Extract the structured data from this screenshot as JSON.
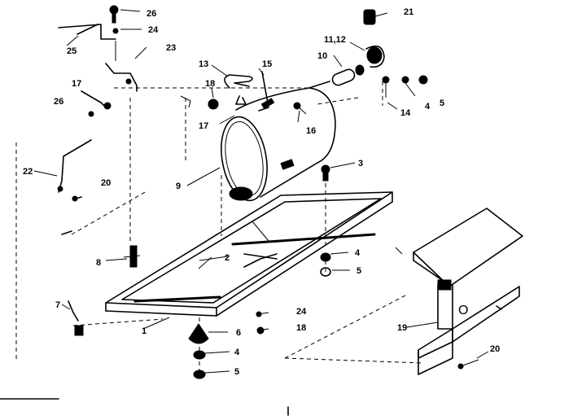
{
  "labels": {
    "l26a": "26",
    "l24a": "24",
    "l25": "25",
    "l23": "23",
    "l21": "21",
    "l1112": "11,12",
    "l10": "10",
    "l13": "13",
    "l15": "15",
    "l18a": "18",
    "l17a": "17",
    "l26b": "26",
    "l17b": "17",
    "l16": "16",
    "l4a": "4",
    "l5a": "5",
    "l14": "14",
    "l22": "22",
    "l20a": "20",
    "l9": "9",
    "l3": "3",
    "l8": "8",
    "l2": "2",
    "l4b": "4",
    "l5b": "5",
    "l7": "7",
    "l24b": "24",
    "l18b": "18",
    "l6": "6",
    "l1": "1",
    "l4c": "4",
    "l5c": "5",
    "l19": "19",
    "l20b": "20",
    "mark_o": "O"
  }
}
